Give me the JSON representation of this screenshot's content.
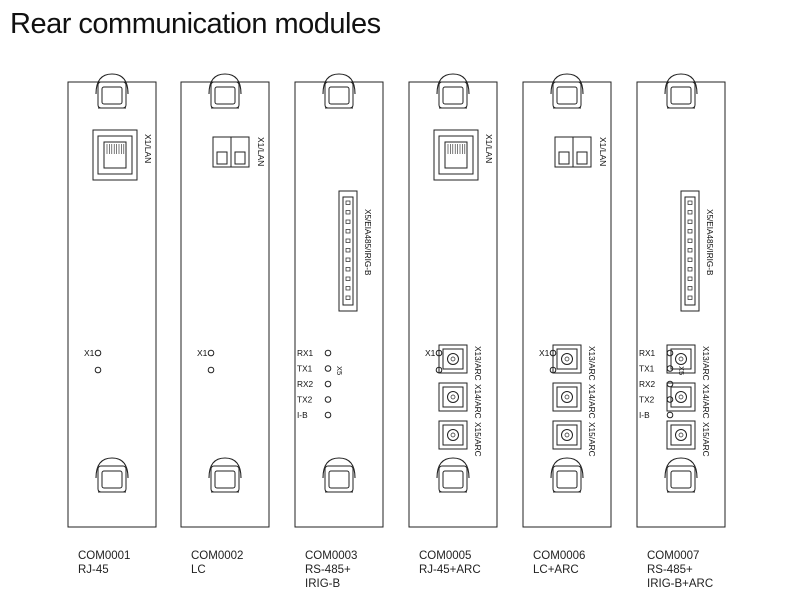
{
  "page": {
    "title": "Rear communication modules"
  },
  "modules": [
    {
      "id": "COM0001",
      "caption": [
        "COM0001",
        "RJ-45"
      ],
      "connector": {
        "type": "rj45",
        "label": "X1/LAN"
      },
      "terminal": null,
      "leds": [
        "X1",
        ""
      ],
      "arc_ports": []
    },
    {
      "id": "COM0002",
      "caption": [
        "COM0002",
        "LC"
      ],
      "connector": {
        "type": "lc",
        "label": "X1/LAN"
      },
      "terminal": null,
      "leds": [
        "X1",
        ""
      ],
      "arc_ports": []
    },
    {
      "id": "COM0003",
      "caption": [
        "COM0003",
        "RS-485+",
        "IRIG-B"
      ],
      "connector": null,
      "terminal": {
        "label": "X5/EIA485/IRIG-B"
      },
      "leds": [
        "RX1",
        "TX1",
        "RX2",
        "TX2",
        "I-B"
      ],
      "small_label": "X5",
      "arc_ports": []
    },
    {
      "id": "COM0005",
      "caption": [
        "COM0005",
        "RJ-45+ARC"
      ],
      "connector": {
        "type": "rj45",
        "label": "X1/LAN"
      },
      "terminal": null,
      "leds": [
        "X1",
        ""
      ],
      "arc_ports": [
        "X13/ARC",
        "X14/ARC",
        "X15/ARC"
      ]
    },
    {
      "id": "COM0006",
      "caption": [
        "COM0006",
        "LC+ARC"
      ],
      "connector": {
        "type": "lc",
        "label": "X1/LAN"
      },
      "terminal": null,
      "leds": [
        "X1",
        ""
      ],
      "arc_ports": [
        "X13/ARC",
        "X14/ARC",
        "X15/ARC"
      ]
    },
    {
      "id": "COM0007",
      "caption": [
        "COM0007",
        "RS-485+",
        "IRIG-B+ARC"
      ],
      "connector": null,
      "terminal": {
        "label": "X5/EIA485/IRIG-B"
      },
      "leds": [
        "RX1",
        "TX1",
        "RX2",
        "TX2",
        "I-B"
      ],
      "small_label": "X5",
      "arc_ports": [
        "X13/ARC",
        "X14/ARC",
        "X15/ARC"
      ]
    }
  ]
}
